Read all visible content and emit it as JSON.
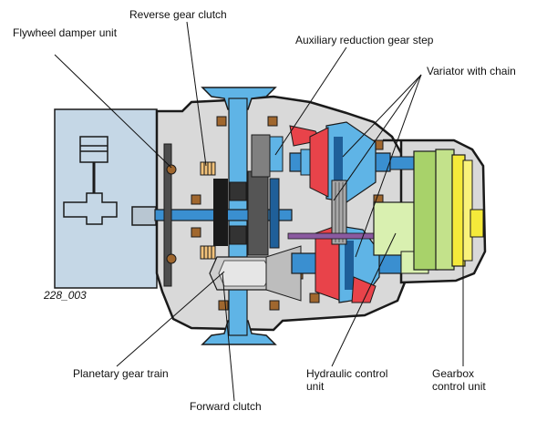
{
  "figure_id": "228_003",
  "labels": {
    "reverse_gear_clutch": "Reverse gear clutch",
    "flywheel_damper_unit": "Flywheel damper unit",
    "auxiliary_reduction_gear_step": "Auxiliary reduction gear step",
    "variator_with_chain": "Variator with chain",
    "planetary_gear_train": "Planetary gear train",
    "forward_clutch": "Forward clutch",
    "hydraulic_control_unit_l1": "Hydraulic control",
    "hydraulic_control_unit_l2": "unit",
    "gearbox_control_unit_l1": "Gearbox",
    "gearbox_control_unit_l2": "control unit"
  },
  "colors": {
    "engine_block": "#c5d7e6",
    "housing": "#d9d9d9",
    "housing_outline": "#1a1a1a",
    "shaft_blue": "#3a8fd0",
    "light_blue": "#5fb4e6",
    "dark_blue": "#1f5f99",
    "red_accent": "#e8434a",
    "hydraulic_green": "#d9f0b0",
    "control_green": "#a8d26a",
    "yellow": "#f5ea3a",
    "brown_bearing": "#a0672e",
    "purple_rod": "#8a5aa0"
  }
}
